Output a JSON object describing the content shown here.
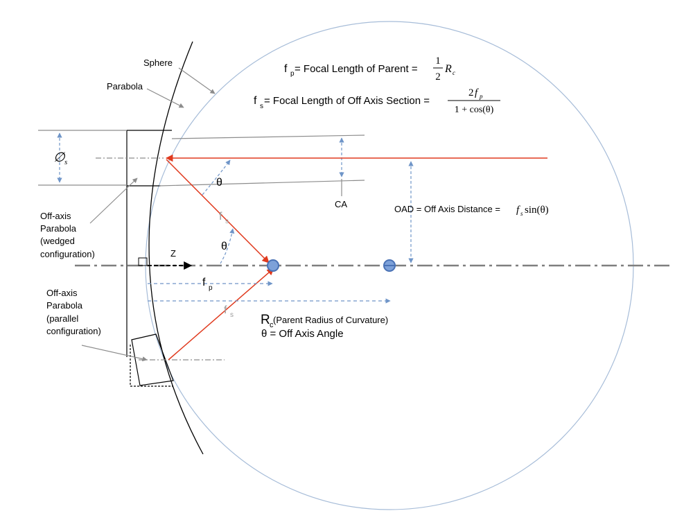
{
  "labels": {
    "sphere": "Sphere",
    "parabola": "Parabola",
    "diameter_symbol": "∅",
    "diameter_sub": "s",
    "theta": "θ",
    "ca": "CA",
    "z": "Z",
    "f": "f",
    "sub_s": "s",
    "sub_p": "p",
    "sub_c": "c",
    "R": "R",
    "off_axis_wedged": [
      "Off-axis",
      "Parabola",
      "(wedged",
      "configuration)"
    ],
    "off_axis_parallel": [
      "Off-axis",
      "Parabola",
      "(parallel",
      "configuration)"
    ]
  },
  "equations": {
    "fp_text": " = Focal Length of Parent = ",
    "fp_num": "1",
    "fp_den": "2",
    "fp_rc_R": "R",
    "fs_text": " = Focal Length of Off Axis Section = ",
    "fs_num_2": "2",
    "fs_den": "1 + cos(θ)",
    "oad_text": "OAD = Off Axis Distance = ",
    "oad_sin": "sin(θ)"
  },
  "rc_caption": {
    "paren": " (Parent Radius of Curvature)",
    "theta_line": "θ = Off Axis Angle"
  },
  "colors": {
    "sphere": "#a6bcd8",
    "ray": "#e03a1e",
    "dashed_arrow": "#6f95c8",
    "axis": "#7f7f7f",
    "gray_line": "#8c8c8c",
    "focus_fill": "#7da1d9",
    "focus_stroke": "#4a72b5",
    "gray_text": "#9a9a9a"
  }
}
